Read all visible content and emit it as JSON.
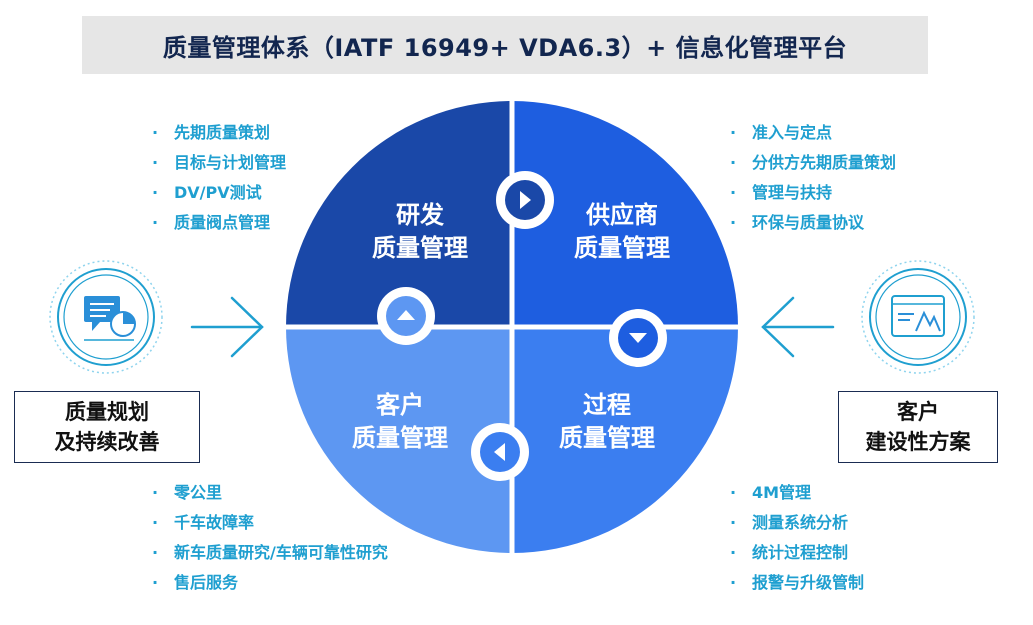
{
  "title": "质量管理体系（IATF 16949+ VDA6.3）+ 信息化管理平台",
  "quadrants": {
    "tl": {
      "line1": "研发",
      "line2": "质量管理",
      "color": "#1a48a8"
    },
    "tr": {
      "line1": "供应商",
      "line2": "质量管理",
      "color": "#1e5ee0"
    },
    "bl": {
      "line1": "客户",
      "line2": "质量管理",
      "color": "#5d97f2"
    },
    "br": {
      "line1": "过程",
      "line2": "质量管理",
      "color": "#3b7ef0"
    }
  },
  "lists": {
    "tl": [
      "先期质量策划",
      "目标与计划管理",
      "DV/PV测试",
      "质量阀点管理"
    ],
    "tr": [
      "准入与定点",
      "分供方先期质量策划",
      "管理与扶持",
      "环保与质量协议"
    ],
    "bl": [
      "零公里",
      "千车故障率",
      "新车质量研究/车辆可靠性研究",
      "售后服务"
    ],
    "br": [
      "4M管理",
      "测量系统分析",
      "统计过程控制",
      "报警与升级管制"
    ]
  },
  "left_box": {
    "line1": "质量规划",
    "line2": "及持续改善",
    "icon": "report-chart-icon"
  },
  "right_box": {
    "line1": "客户",
    "line2": "建设性方案",
    "icon": "dashboard-monitor-icon"
  },
  "colors": {
    "accent": "#1f9fd0",
    "title_text": "#12264f",
    "title_bg": "#e6e6e6"
  }
}
